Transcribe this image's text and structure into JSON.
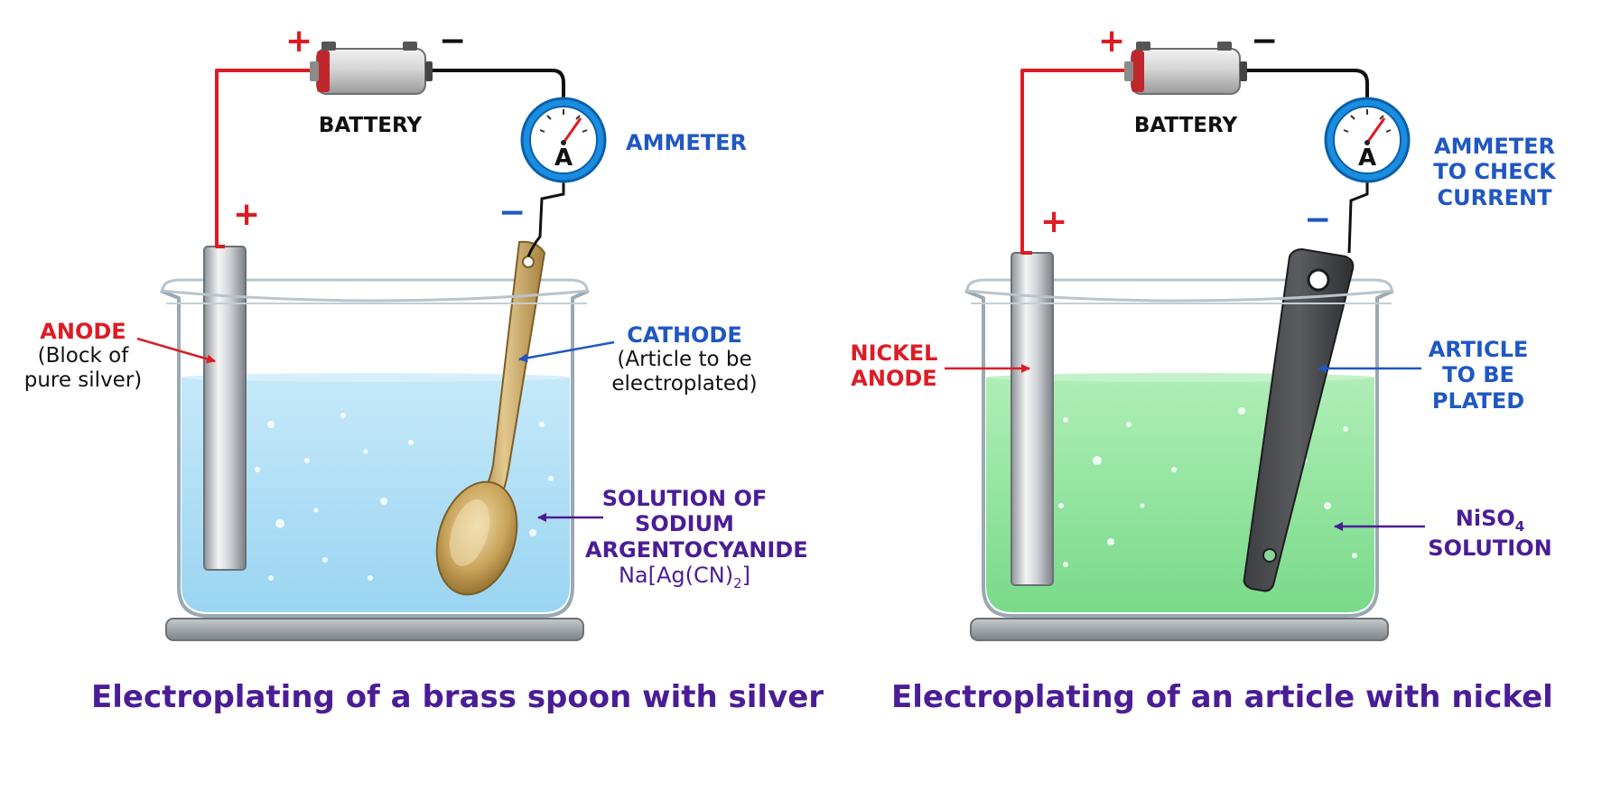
{
  "left": {
    "battery_label": "BATTERY",
    "ammeter_letter": "A",
    "ammeter_label": "AMMETER",
    "anode_title": "ANODE",
    "anode_line1": "(Block of",
    "anode_line2": "pure silver)",
    "cathode_title": "CATHODE",
    "cathode_line1": "(Article to be",
    "cathode_line2": "electroplated)",
    "solution_line1": "SOLUTION OF",
    "solution_line2": "SODIUM",
    "solution_line3": "ARGENTOCYANIDE",
    "formula_pre": "Na[Ag(CN)",
    "formula_sub": "2",
    "formula_post": "]",
    "caption": "Electroplating of a brass spoon with silver"
  },
  "right": {
    "battery_label": "BATTERY",
    "ammeter_letter": "A",
    "ammeter_line1": "AMMETER",
    "ammeter_line2": "TO CHECK",
    "ammeter_line3": "CURRENT",
    "anode_line1": "NICKEL",
    "anode_line2": "ANODE",
    "article_line1": "ARTICLE",
    "article_line2": "TO BE",
    "article_line3": "PLATED",
    "solution_pre": "NiSO",
    "solution_sub": "4",
    "solution_line2": "SOLUTION",
    "caption": "Electroplating of an article with nickel"
  },
  "symbols": {
    "plus": "+",
    "minus": "−"
  },
  "colors": {
    "positive_wire": "#dd1c24",
    "negative_wire": "#111111",
    "silver_solution": "#a9dcf4",
    "nickel_solution": "#8fe59a",
    "label_red": "#dd1c24",
    "label_blue": "#1f57c3",
    "label_purple": "#4a1d96"
  }
}
